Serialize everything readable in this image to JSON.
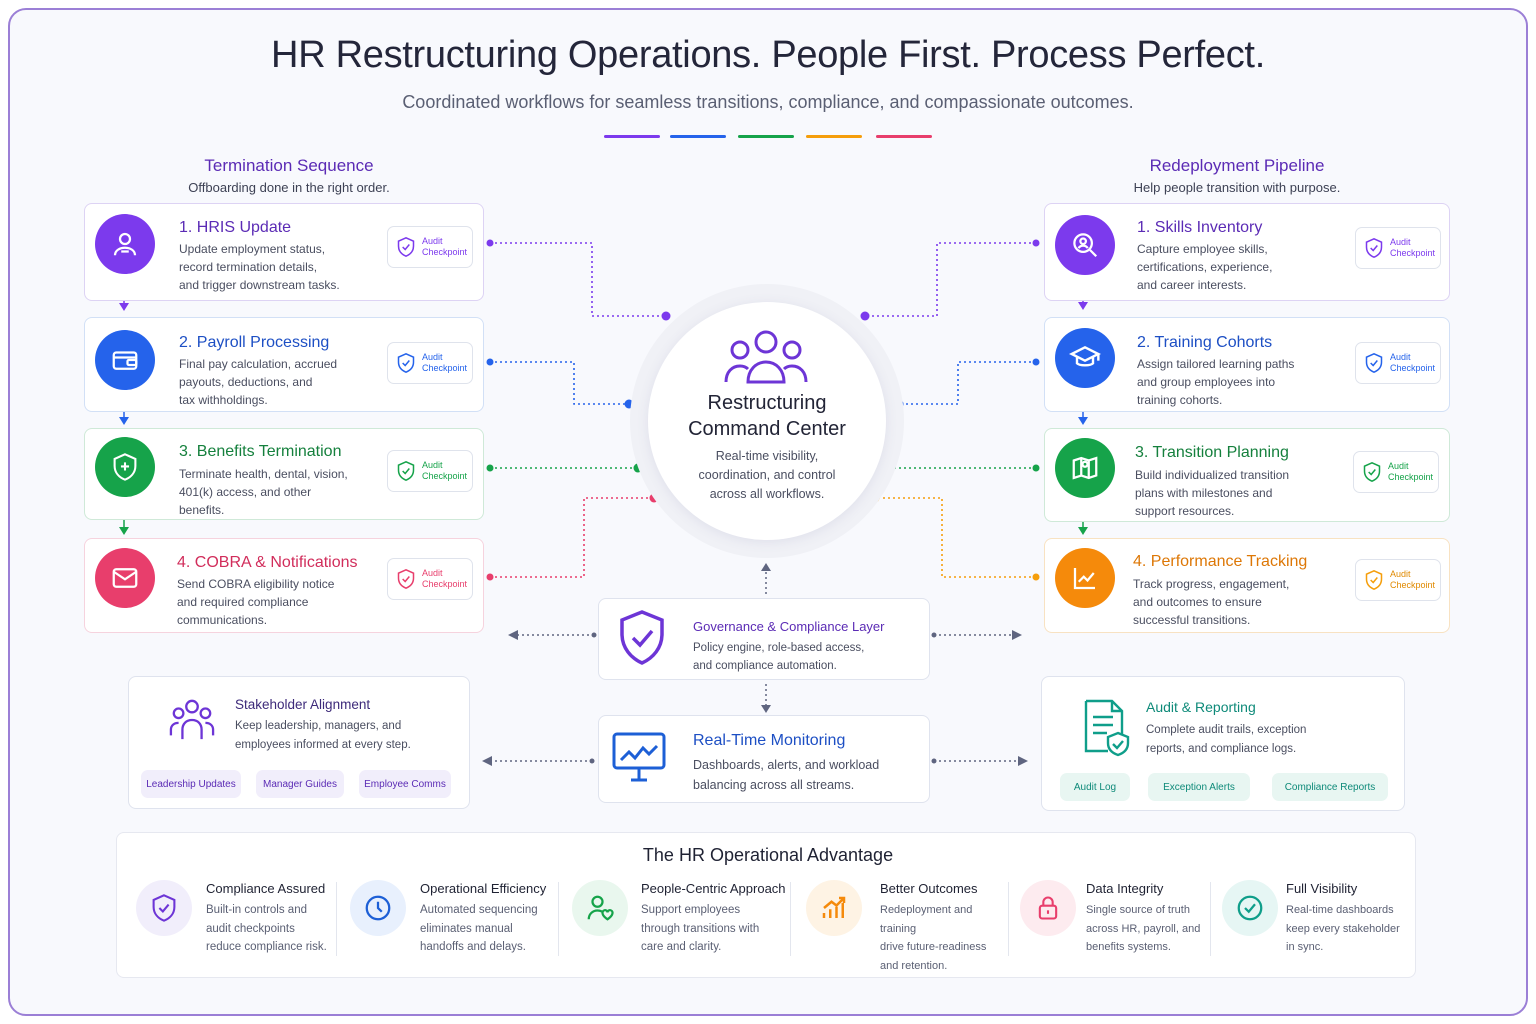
{
  "header": {
    "title": "HR Restructuring Operations. People First. Process Perfect.",
    "subtitle": "Coordinated workflows for seamless transitions, compliance, and compassionate outcomes."
  },
  "colors": {
    "purple": "#7c3aed",
    "blue": "#2563eb",
    "green": "#16a34a",
    "orange": "#f59e0b",
    "pink": "#e83e6c"
  },
  "termination": {
    "title": "Termination Sequence",
    "subtitle": "Offboarding done in the right order.",
    "steps": [
      {
        "title": "1. HRIS Update",
        "desc": [
          "Update employment status,",
          "record termination details,",
          "and trigger downstream tasks."
        ],
        "icon": "user-icon",
        "audit": [
          "Audit",
          "Checkpoint"
        ]
      },
      {
        "title": "2. Payroll Processing",
        "desc": [
          "Final pay calculation, accrued",
          "payouts, deductions, and",
          "tax withholdings."
        ],
        "icon": "wallet-icon",
        "audit": [
          "Audit",
          "Checkpoint"
        ]
      },
      {
        "title": "3. Benefits Termination",
        "desc": [
          "Terminate health, dental, vision,",
          "401(k) access, and other",
          "benefits."
        ],
        "icon": "shield-plus-icon",
        "audit": [
          "Audit",
          "Checkpoint"
        ]
      },
      {
        "title": "4. COBRA & Notifications",
        "desc": [
          "Send COBRA eligibility notice",
          "and required compliance",
          "communications."
        ],
        "icon": "mail-icon",
        "audit": [
          "Audit",
          "Checkpoint"
        ]
      }
    ]
  },
  "redeployment": {
    "title": "Redeployment Pipeline",
    "subtitle": "Help people transition with purpose.",
    "steps": [
      {
        "title": "1. Skills Inventory",
        "desc": [
          "Capture employee skills,",
          "certifications, experience,",
          "and career interests."
        ],
        "icon": "search-user-icon",
        "audit": [
          "Audit",
          "Checkpoint"
        ]
      },
      {
        "title": "2. Training Cohorts",
        "desc": [
          "Assign tailored learning paths",
          "and group employees into",
          "training cohorts."
        ],
        "icon": "graduation-cap-icon",
        "audit": [
          "Audit",
          "Checkpoint"
        ]
      },
      {
        "title": "3. Transition Planning",
        "desc": [
          "Build individualized transition",
          "plans with milestones and",
          "support resources."
        ],
        "icon": "map-icon",
        "audit": [
          "Audit",
          "Checkpoint"
        ]
      },
      {
        "title": "4. Performance Tracking",
        "desc": [
          "Track progress, engagement,",
          "and outcomes to ensure",
          "successful transitions."
        ],
        "icon": "trend-chart-icon",
        "audit": [
          "Audit",
          "Checkpoint"
        ]
      }
    ]
  },
  "center": {
    "title": [
      "Restructuring",
      "Command Center"
    ],
    "desc": [
      "Real-time visibility,",
      "coordination, and control",
      "across all workflows."
    ]
  },
  "governance": {
    "title": "Governance & Compliance Layer",
    "desc": [
      "Policy engine, role-based access,",
      "and compliance automation."
    ]
  },
  "monitoring": {
    "title": "Real-Time Monitoring",
    "desc": [
      "Dashboards, alerts, and workload",
      "balancing across all streams."
    ]
  },
  "stakeholder": {
    "title": "Stakeholder Alignment",
    "desc": [
      "Keep leadership, managers, and",
      "employees informed at every step."
    ],
    "pills": [
      "Leadership Updates",
      "Manager Guides",
      "Employee Comms"
    ]
  },
  "audit_reporting": {
    "title": "Audit & Reporting",
    "desc": [
      "Complete audit trails, exception",
      "reports, and compliance logs."
    ],
    "pills": [
      "Audit Log",
      "Exception Alerts",
      "Compliance Reports"
    ]
  },
  "advantage": {
    "title": "The HR Operational Advantage",
    "items": [
      {
        "title": "Compliance Assured",
        "desc": [
          "Built-in controls and",
          "audit checkpoints",
          "reduce compliance risk."
        ],
        "icon": "shield-check-icon"
      },
      {
        "title": "Operational Efficiency",
        "desc": [
          "Automated sequencing",
          "eliminates manual",
          "handoffs and delays."
        ],
        "icon": "clock-icon"
      },
      {
        "title": "People-Centric Approach",
        "desc": [
          "Support employees",
          "through transitions with",
          "care and clarity."
        ],
        "icon": "user-heart-icon"
      },
      {
        "title": "Better Outcomes",
        "desc": [
          "Redeployment and training",
          "drive future-readiness",
          "and retention."
        ],
        "icon": "growth-chart-icon"
      },
      {
        "title": "Data Integrity",
        "desc": [
          "Single source of truth",
          "across HR, payroll, and",
          "benefits systems."
        ],
        "icon": "lock-icon"
      },
      {
        "title": "Full Visibility",
        "desc": [
          "Real-time dashboards",
          "keep every stakeholder",
          "in sync."
        ],
        "icon": "check-circle-icon"
      }
    ]
  }
}
